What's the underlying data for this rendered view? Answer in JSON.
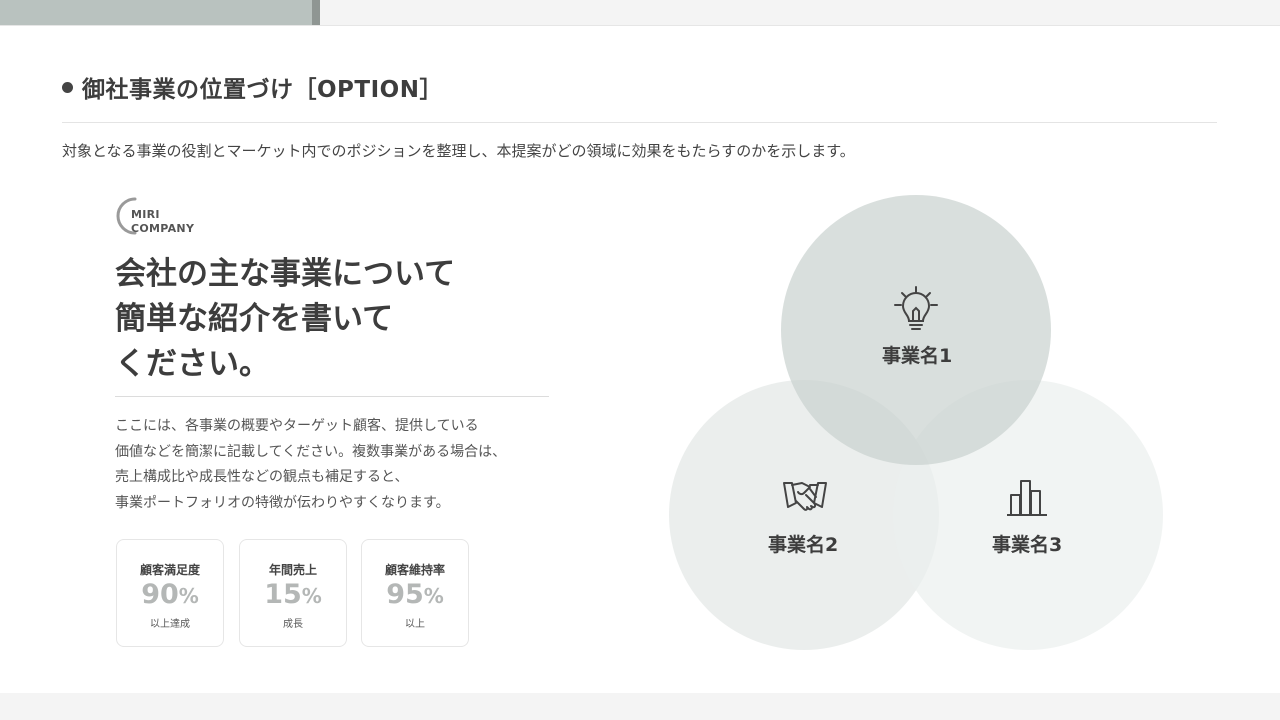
{
  "header": {
    "title": "御社事業の位置づけ［OPTION］",
    "description": "対象となる事業の役割とマーケット内でのポジションを整理し、本提案がどの領域に効果をもたらすのかを示します。"
  },
  "logo": {
    "line1": "MIRI",
    "line2": "COMPANY"
  },
  "headline": {
    "lines": [
      "会社の主な事業について",
      "簡単な紹介を書いて",
      "ください。"
    ]
  },
  "body": {
    "lines": [
      "ここには、各事業の概要やターゲット顧客、提供している",
      "価値などを簡潔に記載してください。複数事業がある場合は、",
      "売上構成比や成長性などの観点も補足すると、",
      "事業ポートフォリオの特徴が伝わりやすくなります。"
    ]
  },
  "stats": [
    {
      "label": "顧客満足度",
      "value": "90",
      "unit": "%",
      "note": "以上達成"
    },
    {
      "label": "年間売上",
      "value": "15",
      "unit": "%",
      "note": "成長"
    },
    {
      "label": "顧客維持率",
      "value": "95",
      "unit": "%",
      "note": "以上"
    }
  ],
  "venn": {
    "items": [
      {
        "label": "事業名1",
        "icon": "lightbulb-icon"
      },
      {
        "label": "事業名2",
        "icon": "handshake-icon"
      },
      {
        "label": "事業名3",
        "icon": "bar-chart-icon"
      }
    ]
  },
  "colors": {
    "accent": "#b9c2bf",
    "accent_dark": "#8f9693",
    "text": "#3d3d3d",
    "stat_value": "#b4b7b6"
  }
}
